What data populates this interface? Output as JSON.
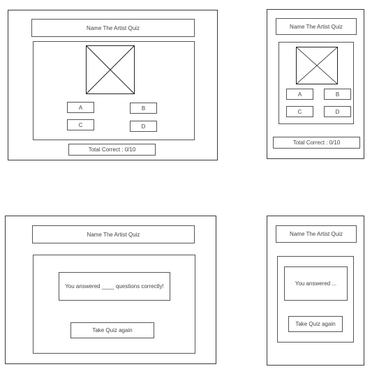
{
  "wireframes": {
    "desktop_quiz": {
      "title": "Name The Artist Quiz",
      "answers": [
        "A",
        "B",
        "C",
        "D"
      ],
      "total": "Total Correct : 0/10"
    },
    "mobile_quiz": {
      "title": "Name The Artist Quiz",
      "answers": [
        "A",
        "B",
        "C",
        "D"
      ],
      "total": "Total Correct : 0/10"
    },
    "desktop_result": {
      "title": "Name The Artist Quiz",
      "message": "You answered ____ questions correctly!",
      "retry": "Take Quiz again"
    },
    "mobile_result": {
      "title": "Name The Artist Quiz",
      "message": "You answered ...",
      "retry": "Take Quiz again"
    }
  },
  "icons": {
    "image_placeholder": "image-placeholder-icon"
  }
}
